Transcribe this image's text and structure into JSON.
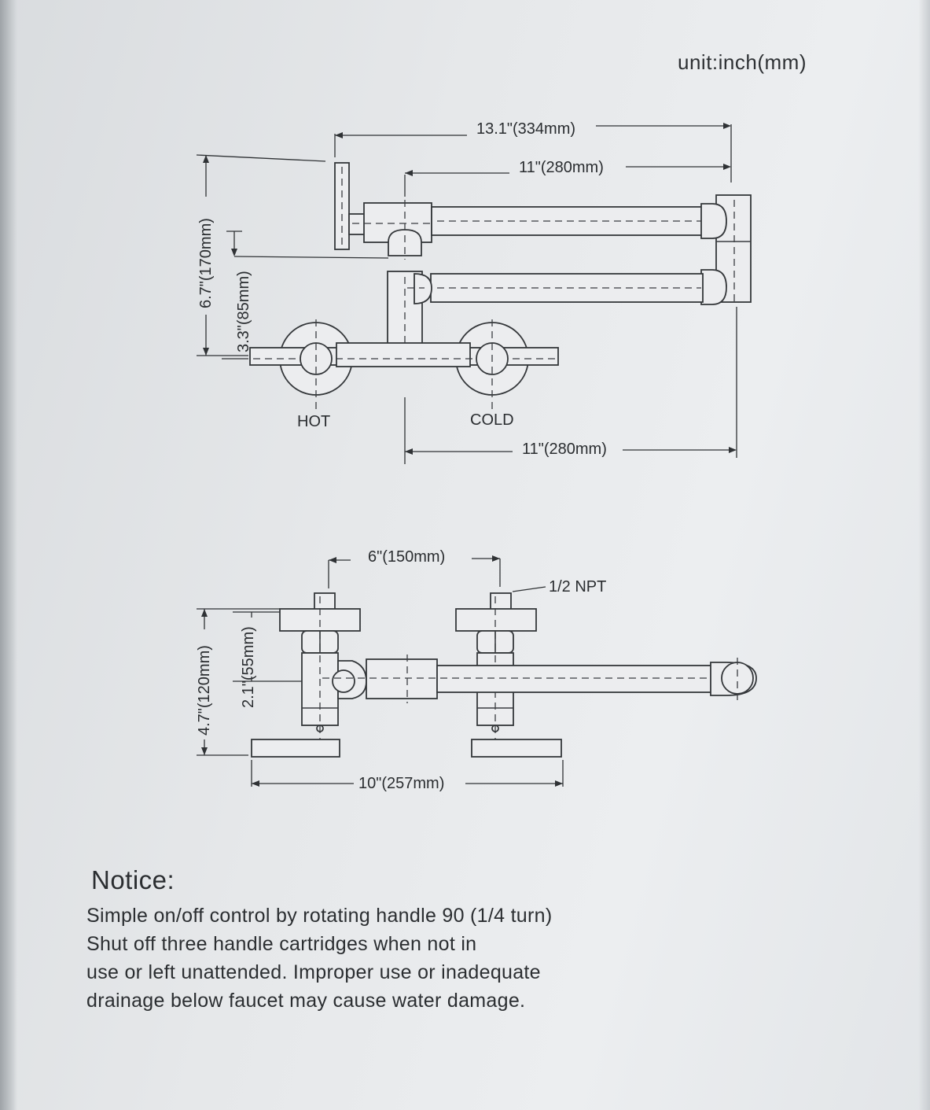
{
  "unit_label": "unit:inch(mm)",
  "top_view": {
    "dim_overall_length": "13.1\"(334mm)",
    "dim_arm_length": "11\"(280mm)",
    "dim_height": "6.7\"(170mm)",
    "dim_spout_height": "3.3\"(85mm)",
    "label_hot": "HOT",
    "label_cold": "COLD",
    "dim_reach": "11\"(280mm)"
  },
  "side_view": {
    "dim_center_spacing": "6\"(150mm)",
    "label_thread": "1/2 NPT",
    "dim_projection": "4.7\"(120mm)",
    "dim_pipe_offset": "2.1\"(55mm)",
    "dim_base_width": "10\"(257mm)"
  },
  "notice": {
    "title": "Notice:",
    "lines": [
      "Simple on/off control by rotating handle 90 (1/4 turn)",
      "Shut off three handle cartridges when not in",
      "use or left unattended. Improper use or inadequate",
      "drainage below faucet may cause water damage."
    ]
  }
}
